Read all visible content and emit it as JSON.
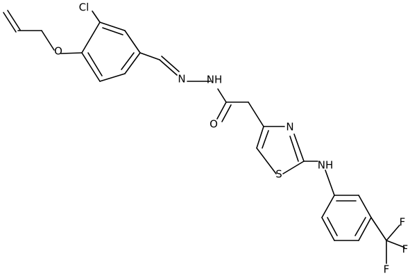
{
  "atoms": {
    "cl": "Cl",
    "o_ether": "O",
    "n_imine": "N",
    "nh_hydrazide": "NH",
    "o_carbonyl": "O",
    "n_thiazole": "N",
    "s_thiazole": "S",
    "nh_amine": "NH",
    "f_top": "F",
    "f_right": "F",
    "f_bottom": "F"
  },
  "colors": {
    "bond": "#000000",
    "text": "#000000",
    "background": "#ffffff"
  }
}
